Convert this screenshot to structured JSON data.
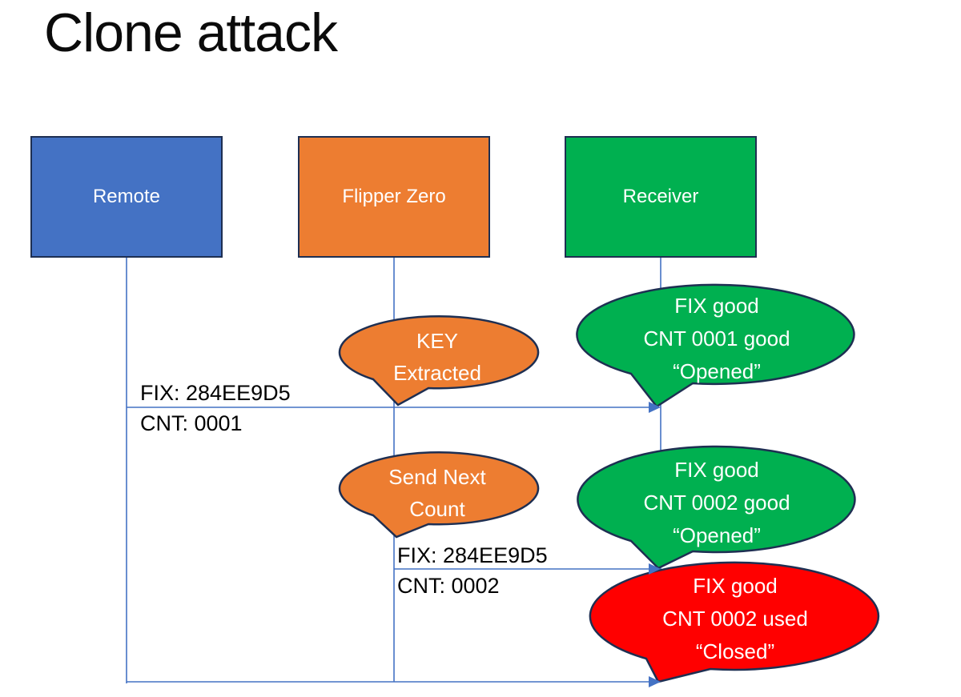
{
  "title": "Clone attack",
  "actors": [
    {
      "label": "Remote",
      "color": "#4472C4"
    },
    {
      "label": "Flipper Zero",
      "color": "#ED7D31"
    },
    {
      "label": "Receiver",
      "color": "#00B050"
    }
  ],
  "messages": [
    {
      "from": "Remote",
      "to": "Receiver",
      "lines": [
        "FIX: 284EE9D5",
        "CNT: 0001"
      ]
    },
    {
      "from": "Flipper Zero",
      "to": "Receiver",
      "lines": [
        "FIX: 284EE9D5",
        "CNT: 0002"
      ]
    },
    {
      "from": "Remote",
      "to": "Receiver",
      "lines": []
    }
  ],
  "callouts": [
    {
      "speaker": "Flipper Zero",
      "color": "#ED7D31",
      "lines": [
        "KEY",
        "Extracted"
      ]
    },
    {
      "speaker": "Receiver",
      "color": "#00B050",
      "lines": [
        "FIX good",
        "CNT 0001 good",
        "“Opened”"
      ]
    },
    {
      "speaker": "Flipper Zero",
      "color": "#ED7D31",
      "lines": [
        "Send Next",
        "Count"
      ]
    },
    {
      "speaker": "Receiver",
      "color": "#00B050",
      "lines": [
        "FIX good",
        "CNT 0002 good",
        "“Opened”"
      ]
    },
    {
      "speaker": "Receiver",
      "color": "#FF0000",
      "lines": [
        "FIX good",
        "CNT 0002 used",
        "“Closed”"
      ]
    }
  ],
  "colors": {
    "outline": "#1E2F52",
    "connector": "#4472C4",
    "text_on_shape": "#FFFFFF",
    "label_text": "#000000"
  }
}
